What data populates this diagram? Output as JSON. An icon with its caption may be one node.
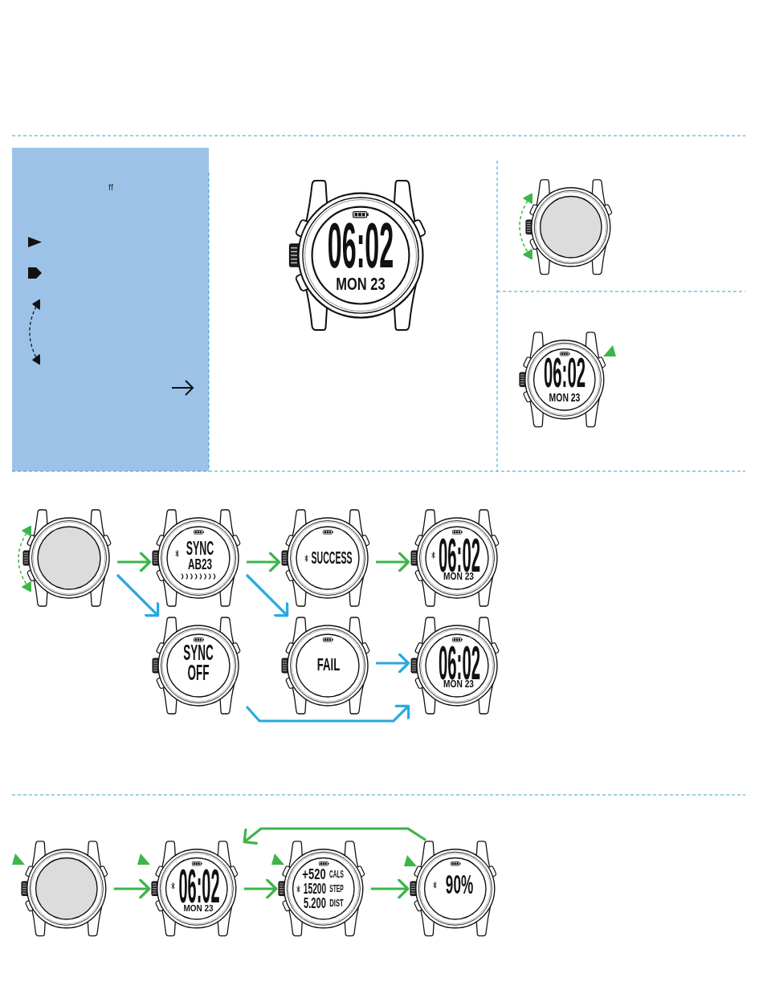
{
  "diagram": {
    "nodes": [
      {
        "text": [
          "ff"
        ]
      },
      {
        "text": [
          "06:02",
          "MON 23"
        ]
      },
      {
        "text": [],
        "shape": "picture"
      },
      {
        "text": [
          "06:02",
          "MON 23"
        ]
      },
      {
        "text": [],
        "shape": "picture"
      },
      {
        "text": [
          "SYNC",
          "AB23"
        ]
      },
      {
        "text": [
          "SUCCESS"
        ]
      },
      {
        "text": [
          "06:02",
          "MON 23"
        ]
      },
      {
        "text": [
          "SYNC OFF"
        ]
      },
      {
        "text": [
          "FAIL"
        ]
      },
      {
        "text": [
          "06:02",
          "MON 23"
        ]
      },
      {
        "text": [],
        "shape": "picture"
      },
      {
        "text": [
          "06:02",
          "MON 23"
        ]
      },
      {
        "text": [
          "+520",
          "CALS",
          "15200",
          "STEP",
          "5.200",
          "DIST"
        ]
      },
      {
        "text": [
          "90%"
        ]
      }
    ],
    "edges": [
      {
        "from": 4,
        "to": 5,
        "arrow": "to"
      },
      {
        "from": 4,
        "to": 8,
        "arrow": "to",
        "color": "#29a9e0"
      },
      {
        "from": 5,
        "to": 6,
        "arrow": "to"
      },
      {
        "from": 5,
        "to": 9,
        "arrow": "to",
        "color": "#29a9e0"
      },
      {
        "from": 6,
        "to": 7,
        "arrow": "to"
      },
      {
        "from": 9,
        "to": 10,
        "arrow": "to",
        "color": "#29a9e0"
      },
      {
        "from": 8,
        "to": 10,
        "arrow": "to",
        "color": "#29a9e0"
      },
      {
        "from": 11,
        "to": 12,
        "arrow": "to"
      },
      {
        "from": 12,
        "to": 13,
        "arrow": "to"
      },
      {
        "from": 13,
        "to": 14,
        "arrow": "to"
      },
      {
        "from": 14,
        "to": 12,
        "arrow": "to"
      }
    ]
  }
}
